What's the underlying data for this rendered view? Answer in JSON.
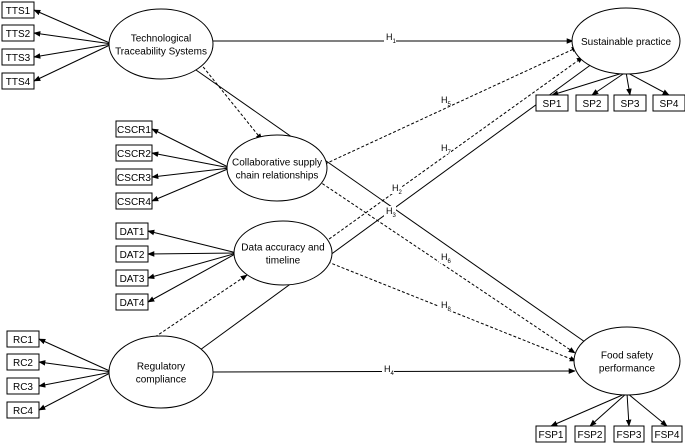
{
  "constructs": {
    "tts": [
      "Technological",
      "Traceability Systems"
    ],
    "cscr": [
      "Collaborative supply",
      "chain relationships"
    ],
    "dat": [
      "Data accuracy and",
      "timeline"
    ],
    "rc": [
      "Regulatory",
      "compliance"
    ],
    "sp": [
      "Sustainable practice"
    ],
    "fsp": [
      "Food safety",
      "performance"
    ]
  },
  "indicators": {
    "tts": [
      "TTS1",
      "TTS2",
      "TTS3",
      "TTS4"
    ],
    "cscr": [
      "CSCR1",
      "CSCR2",
      "CSCR3",
      "CSCR4"
    ],
    "dat": [
      "DAT1",
      "DAT2",
      "DAT3",
      "DAT4"
    ],
    "rc": [
      "RC1",
      "RC2",
      "RC3",
      "RC4"
    ],
    "sp": [
      "SP1",
      "SP2",
      "SP3",
      "SP4"
    ],
    "fsp": [
      "FSP1",
      "FSP2",
      "FSP3",
      "FSP4"
    ]
  },
  "paths": [
    {
      "from": "tts",
      "to": "sp",
      "label": "H",
      "sub": "1",
      "style": "solid"
    },
    {
      "from": "tts",
      "to": "fsp",
      "label": "H",
      "sub": "2",
      "style": "solid"
    },
    {
      "from": "tts",
      "to": "cscr",
      "label": "",
      "sub": "",
      "style": "dashed"
    },
    {
      "from": "rc",
      "to": "sp",
      "label": "H",
      "sub": "3",
      "style": "solid"
    },
    {
      "from": "rc",
      "to": "fsp",
      "label": "H",
      "sub": "4",
      "style": "solid"
    },
    {
      "from": "rc",
      "to": "dat",
      "label": "",
      "sub": "",
      "style": "dashed"
    },
    {
      "from": "cscr",
      "to": "sp",
      "label": "H",
      "sub": "5",
      "style": "dashed"
    },
    {
      "from": "cscr",
      "to": "fsp",
      "label": "H",
      "sub": "6",
      "style": "dashed"
    },
    {
      "from": "dat",
      "to": "sp",
      "label": "H",
      "sub": "7",
      "style": "dashed"
    },
    {
      "from": "dat",
      "to": "fsp",
      "label": "H",
      "sub": "8",
      "style": "dashed"
    }
  ]
}
